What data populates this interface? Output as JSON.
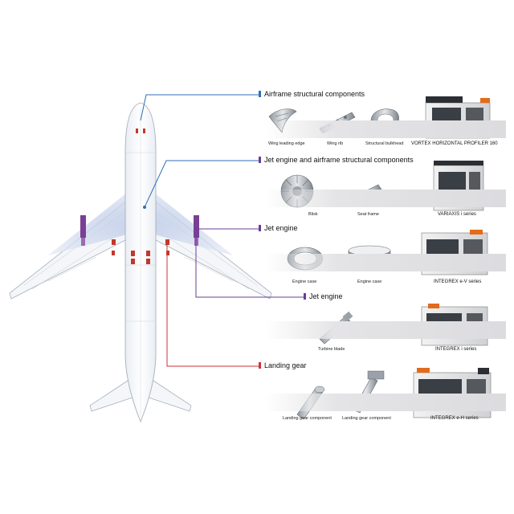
{
  "colors": {
    "blue": "#2f6fb4",
    "purple": "#6a3d96",
    "red": "#d0313a",
    "airframe_line": "#9aa3ad",
    "fuel_tank": "#c7d3ea",
    "engine": "#7a3f95",
    "landing_gear": "#c0392b"
  },
  "sections": [
    {
      "title": "Airframe structural components",
      "color": "blue",
      "parts": [
        {
          "label": "Wing leading edge",
          "icon": "wing-leading-edge-part"
        },
        {
          "label": "Wing rib",
          "icon": "wing-rib-part"
        },
        {
          "label": "Structural bulkhead",
          "icon": "structural-bulkhead-part"
        }
      ],
      "machine": "VORTEX HORIZONTAL PROFILER 160"
    },
    {
      "title": "Jet engine and airframe structural components",
      "color": "purple",
      "parts": [
        {
          "label": "Blisk",
          "icon": "blisk-part"
        },
        {
          "label": "Seat frame",
          "icon": "seat-frame-part"
        }
      ],
      "machine": "VARIAXIS i series"
    },
    {
      "title": "Jet engine",
      "color": "purple",
      "parts": [
        {
          "label": "Engine case",
          "icon": "engine-case-part"
        },
        {
          "label": "Engine case",
          "icon": "engine-case-ring-part"
        }
      ],
      "machine": "INTEGREX e-V series"
    },
    {
      "title": "Jet engine",
      "color": "purple",
      "parts": [
        {
          "label": "Turbine blade",
          "icon": "turbine-blade-part"
        }
      ],
      "machine": "INTEGREX i series"
    },
    {
      "title": "Landing gear",
      "color": "red",
      "parts": [
        {
          "label": "Landing gear component",
          "icon": "landing-gear-cylinder-part"
        },
        {
          "label": "Landing gear component",
          "icon": "landing-gear-strut-part"
        }
      ],
      "machine": "INTEGREX e-H series"
    }
  ]
}
